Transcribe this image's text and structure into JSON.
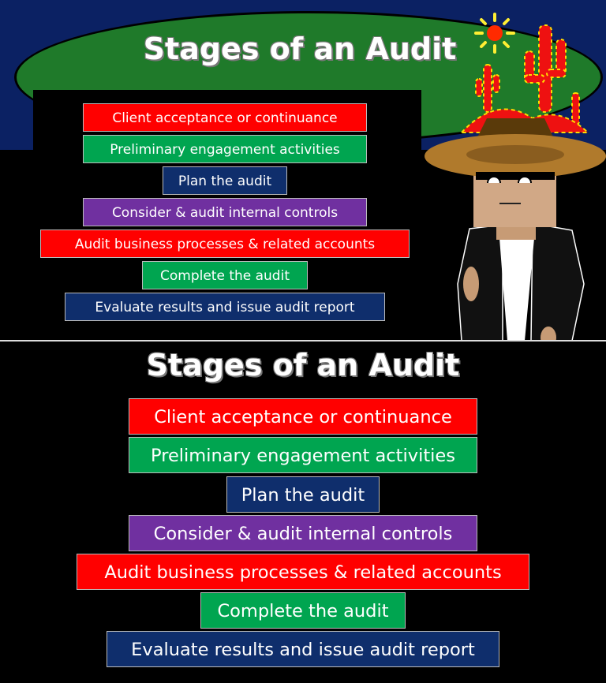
{
  "title": "Stages of an Audit",
  "stages": [
    {
      "label": "Client acceptance or continuance",
      "color": "#ff0000"
    },
    {
      "label": "Preliminary engagement activities",
      "color": "#00a550"
    },
    {
      "label": "Plan the audit",
      "color": "#0f2e6c"
    },
    {
      "label": "Consider & audit internal controls",
      "color": "#7030a0"
    },
    {
      "label": "Audit business processes & related accounts",
      "color": "#ff0000"
    },
    {
      "label": "Complete the audit",
      "color": "#00a550"
    },
    {
      "label": "Evaluate results and issue audit report",
      "color": "#0f2e6c"
    }
  ],
  "colors": {
    "banner": "#0b2163",
    "ellipse": "#1f7a2a",
    "background": "#000000"
  },
  "decorations": [
    "sun-icon",
    "cactus-icon",
    "desert-mound",
    "cowboy-character"
  ]
}
